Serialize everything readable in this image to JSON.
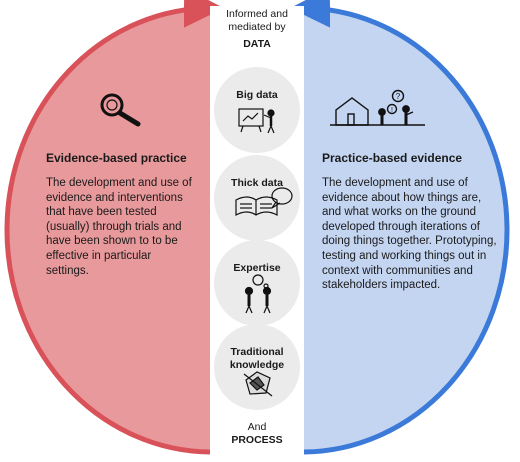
{
  "left": {
    "title": "Evidence-based practice",
    "body": "The development and use of evidence and interventions that have been tested (usually) through trials and have been shown to to be effective in particular settings.",
    "color": "#e8999b",
    "arc_color": "#d9525a",
    "icon": "magnifying-glass-icon"
  },
  "right": {
    "title": "Practice-based evidence",
    "body": "The development and use of evidence about how things are, and what works on the ground developed through iterations of doing things together. Prototyping, testing and working things out in context with communities and stakeholders impacted.",
    "color": "#c4d5f2",
    "arc_color": "#3b7ad8",
    "icon": "community-house-people-icon"
  },
  "center": {
    "top_line1": "Informed and",
    "top_line2": "mediated by",
    "top_strong": "DATA",
    "bottom_line": "And",
    "bottom_strong": "PROCESS",
    "chips": [
      {
        "label": "Big data",
        "icon": "presentation-chart-icon"
      },
      {
        "label": "Thick data",
        "icon": "open-book-speech-icon"
      },
      {
        "label": "Expertise",
        "icon": "two-people-discussion-icon"
      },
      {
        "label_line1": "Traditional",
        "label_line2": "knowledge",
        "icon": "knowledge-map-icon"
      }
    ]
  }
}
